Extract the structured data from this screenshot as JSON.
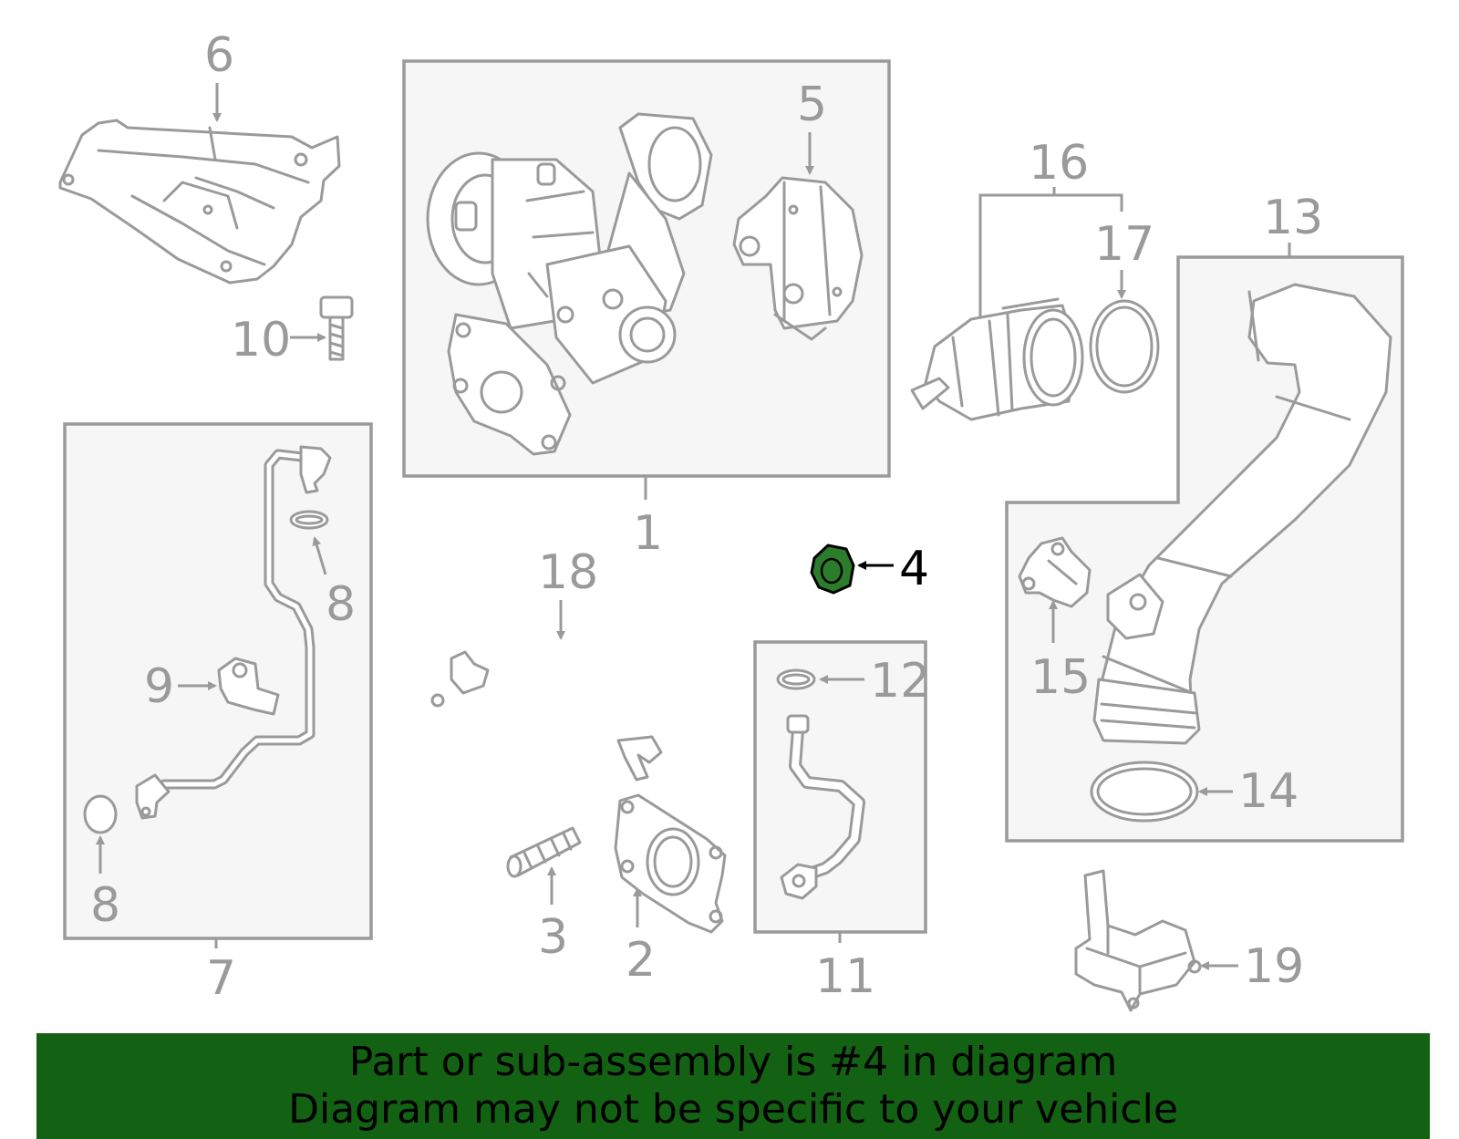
{
  "colors": {
    "line_gray": "#9a9a9a",
    "box_fill": "#f6f6f6",
    "highlight_green": "#2b7d2b",
    "banner_green": "#136113"
  },
  "callouts": {
    "c1": "1",
    "c2": "2",
    "c3": "3",
    "c4": "4",
    "c5": "5",
    "c6": "6",
    "c7": "7",
    "c8a": "8",
    "c8b": "8",
    "c9": "9",
    "c10": "10",
    "c11": "11",
    "c12": "12",
    "c13": "13",
    "c14": "14",
    "c15": "15",
    "c16": "16",
    "c17": "17",
    "c18": "18",
    "c19": "19"
  },
  "highlighted_part": "4",
  "banner": {
    "line1": "Part or sub-assembly is #4 in diagram",
    "line2": "Diagram may not be specific to your vehicle"
  }
}
